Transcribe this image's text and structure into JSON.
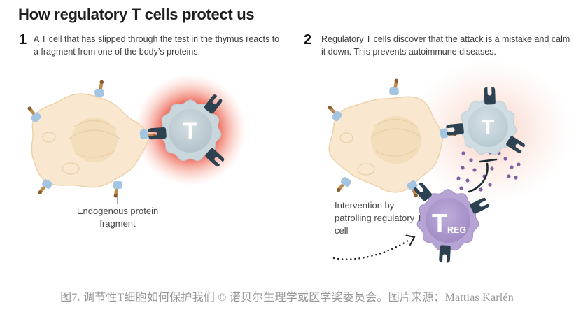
{
  "title": "How regulatory T cells protect us",
  "panels": [
    {
      "number": "1",
      "text": "A T cell that has slipped through the test in the thymus reacts to a fragment from one of the body’s proteins."
    },
    {
      "number": "2",
      "text": "Regulatory T cells discover that the attack is a mistake and calm it down. This prevents autoimmune diseases."
    }
  ],
  "figure": {
    "t_cell_label_1": "T",
    "t_cell_label_2": "T",
    "treg_label": "T",
    "treg_subscript": "REG",
    "endogenous_label": "Endogenous protein fragment",
    "intervention_label": "Intervention by patrolling regulatory T cell"
  },
  "caption": "图7. 调节性T细胞如何保护我们 © 诺贝尔生理学或医学奖委员会。图片来源：Mattias Karlén",
  "colors": {
    "inflammation_red": "#ed5a48",
    "calm_pink": "#f5b09a",
    "t_cell_blue": "#c9d7dc",
    "treg_purple": "#b5a3d2",
    "receptor_dark": "#2c4250",
    "mhc_blue": "#a3c5e2",
    "fragment_brown": "#c08a4e",
    "body_cell_cream": "#f9e8cf",
    "molecule_purple": "#7e60a4",
    "caption_gray": "#989898"
  }
}
